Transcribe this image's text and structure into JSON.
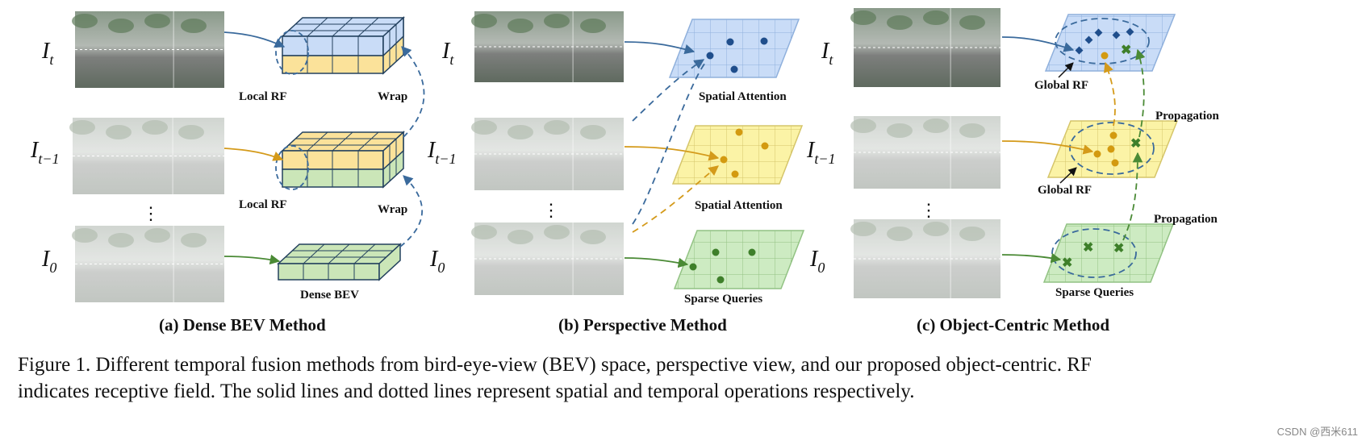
{
  "frames": {
    "t": {
      "base": "I",
      "sub": "t"
    },
    "t1": {
      "base": "I",
      "sub": "t−1"
    },
    "zero": {
      "base": "I",
      "sub": "0"
    },
    "ellipsis": "⋮"
  },
  "panel_a": {
    "caption": "(a) Dense BEV Method",
    "local_rf_label": "Local RF",
    "wrap_label": "Wrap",
    "dense_bev_label": "Dense BEV"
  },
  "panel_b": {
    "caption": "(b) Perspective Method",
    "spatial_attention_label": "Spatial Attention",
    "sparse_queries_label": "Sparse Queries"
  },
  "panel_c": {
    "caption": "(c) Object-Centric Method",
    "global_rf_label": "Global RF",
    "propagation_label": "Propagation",
    "sparse_queries_label": "Sparse Queries"
  },
  "caption": {
    "line1": "Figure 1. Different temporal fusion methods from bird-eye-view (BEV) space, perspective view, and our proposed object-centric.  RF",
    "line2": "indicates receptive field. The solid lines and dotted lines represent spatial and temporal operations respectively."
  },
  "watermark": "CSDN @西米611",
  "colors": {
    "blue_grid": "#c9dcf7",
    "yellow_grid": "#fbf3a6",
    "green_grid": "#cdebc2",
    "blue_mark": "#1f4e8c",
    "yellow_mark": "#d39a10",
    "green_mark": "#3e7f2a",
    "blue_arrow": "#3a6a9c",
    "yellow_arrow": "#d49a1a",
    "green_arrow": "#4a8a35"
  }
}
